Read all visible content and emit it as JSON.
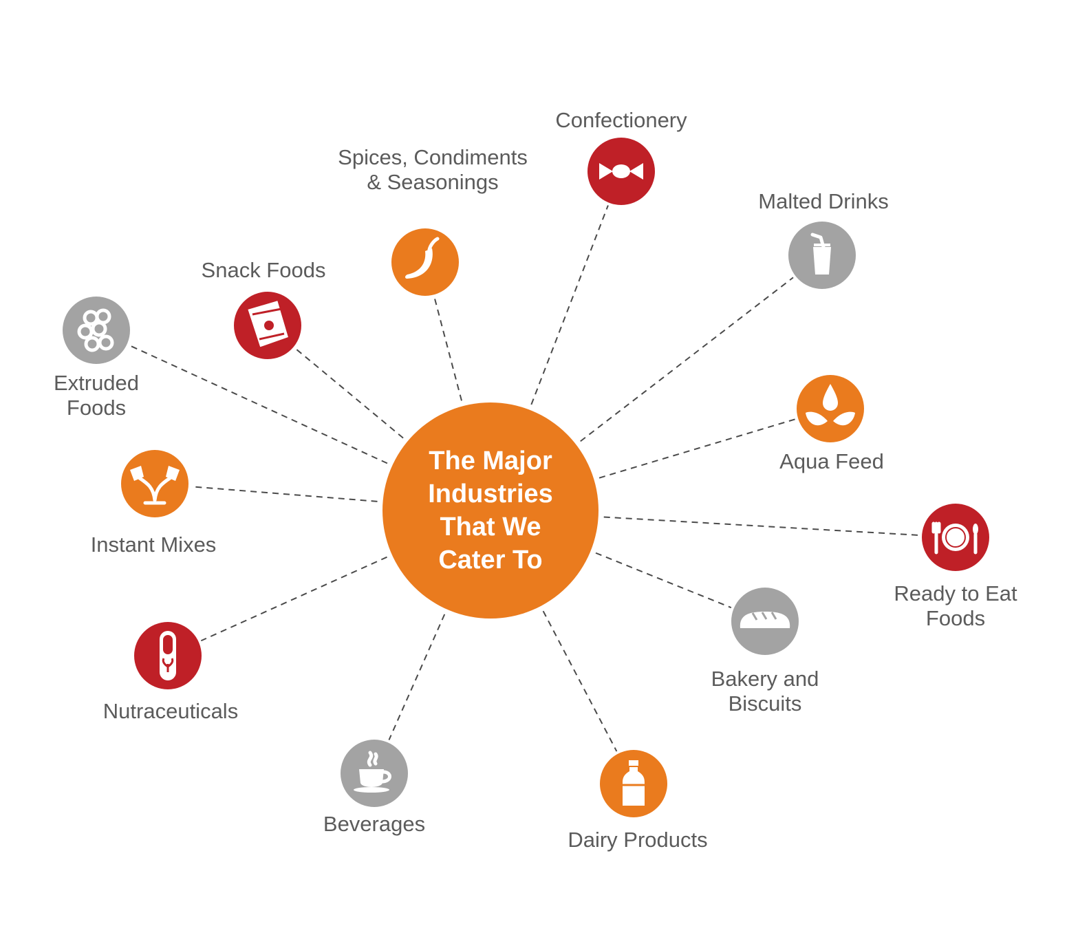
{
  "hub": {
    "lines": [
      "The Major",
      "Industries",
      "That We",
      "Cater To"
    ]
  },
  "colors": {
    "orange": "#ea7b1e",
    "red": "#bf2027",
    "grey": "#a3a3a3",
    "label": "#5b5b5b"
  },
  "industries": [
    {
      "id": "confectionery",
      "label_lines": [
        "Confectionery"
      ],
      "color": "red",
      "icon": "candy-icon"
    },
    {
      "id": "malted-drinks",
      "label_lines": [
        "Malted Drinks"
      ],
      "color": "grey",
      "icon": "glass-with-straw-icon"
    },
    {
      "id": "aqua-feed",
      "label_lines": [
        "Aqua Feed"
      ],
      "color": "orange",
      "icon": "droplet-leaves-icon"
    },
    {
      "id": "ready-to-eat-foods",
      "label_lines": [
        "Ready to Eat",
        "Foods"
      ],
      "color": "red",
      "icon": "plate-fork-spoon-icon"
    },
    {
      "id": "bakery-and-biscuits",
      "label_lines": [
        "Bakery and",
        "Biscuits"
      ],
      "color": "grey",
      "icon": "bread-loaf-icon"
    },
    {
      "id": "dairy-products",
      "label_lines": [
        "Dairy Products"
      ],
      "color": "orange",
      "icon": "milk-bottle-icon"
    },
    {
      "id": "beverages",
      "label_lines": [
        "Beverages"
      ],
      "color": "grey",
      "icon": "coffee-cup-icon"
    },
    {
      "id": "nutraceuticals",
      "label_lines": [
        "Nutraceuticals"
      ],
      "color": "red",
      "icon": "capsule-icon"
    },
    {
      "id": "instant-mixes",
      "label_lines": [
        "Instant Mixes"
      ],
      "color": "orange",
      "icon": "pouring-cups-icon"
    },
    {
      "id": "extruded-foods",
      "label_lines": [
        "Extruded",
        "Foods"
      ],
      "color": "grey",
      "icon": "rings-icon"
    },
    {
      "id": "snack-foods",
      "label_lines": [
        "Snack Foods"
      ],
      "color": "red",
      "icon": "snack-packet-icon"
    },
    {
      "id": "spices-condiments-seasonings",
      "label_lines": [
        "Spices, Condiments",
        "& Seasonings"
      ],
      "color": "orange",
      "icon": "chili-pepper-icon"
    }
  ]
}
